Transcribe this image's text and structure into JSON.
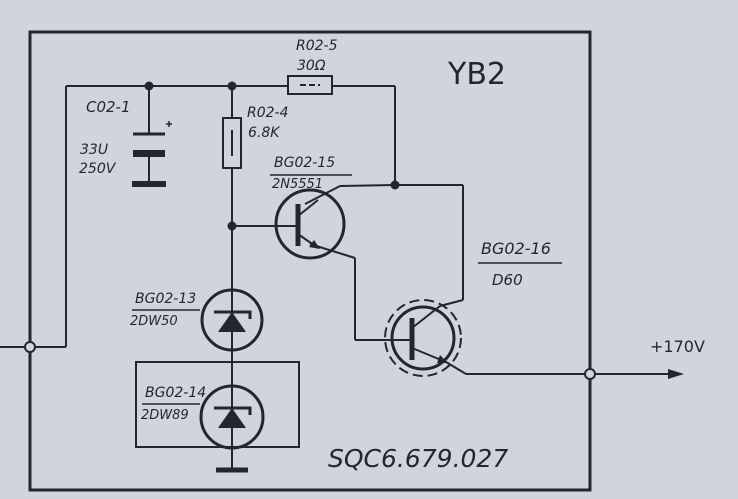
{
  "module": {
    "title": "YB2",
    "part_number": "SQC6.679.027"
  },
  "components": {
    "capacitor": {
      "ref": "C02-1",
      "value": "33U",
      "voltage": "250V"
    },
    "r_series": {
      "ref": "R02-5",
      "value": "30Ω"
    },
    "r_bias": {
      "ref": "R02-4",
      "value": "6.8K"
    },
    "transistor_driver": {
      "ref": "BG02-15",
      "type": "2N5551"
    },
    "transistor_output": {
      "ref": "BG02-16",
      "type": "D60"
    },
    "zener_upper": {
      "ref": "BG02-13",
      "type": "2DW50"
    },
    "zener_lower": {
      "ref": "BG02-14",
      "type": "2DW89"
    }
  },
  "output": {
    "voltage_label": "+170V"
  },
  "colors": {
    "paper": "#cfd5da",
    "ink": "#23272c"
  }
}
